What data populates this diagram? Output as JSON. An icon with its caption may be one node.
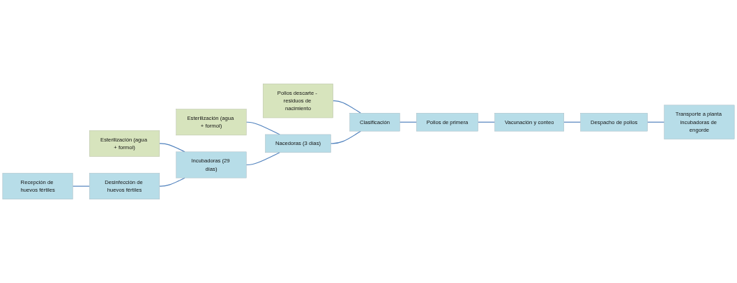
{
  "diagram": {
    "nodes": [
      {
        "text": [
          "Esterilización (agua + formol)"
        ]
      },
      {
        "text": [
          "Esterilización (agua + formol)"
        ]
      },
      {
        "text": [
          "Pollos descarte - residuos de nacimiento"
        ]
      },
      {
        "text": [
          "Recepción de huevos fértiles"
        ]
      },
      {
        "text": [
          "Desinfección de huevos fértiles"
        ]
      },
      {
        "text": [
          "Incubadoras (29 días)"
        ]
      },
      {
        "text": [
          "Nacedoras (3 días)"
        ]
      },
      {
        "text": [
          "Clasificación"
        ]
      },
      {
        "text": [
          "Pollos de primera"
        ]
      },
      {
        "text": [
          "Vacunación y conteo"
        ]
      },
      {
        "text": [
          "Despacho de pollos"
        ]
      },
      {
        "text": [
          "Transporte a planta incubadoras de engorde"
        ]
      }
    ],
    "edges": [
      {
        "from": 0,
        "to": 5,
        "arrow": "none"
      },
      {
        "from": 1,
        "to": 6,
        "arrow": "none"
      },
      {
        "from": 2,
        "to": 7,
        "arrow": "none"
      },
      {
        "from": 3,
        "to": 4,
        "arrow": "none"
      },
      {
        "from": 4,
        "to": 5,
        "arrow": "none"
      },
      {
        "from": 5,
        "to": 6,
        "arrow": "none"
      },
      {
        "from": 6,
        "to": 7,
        "arrow": "none"
      },
      {
        "from": 7,
        "to": 8,
        "arrow": "none"
      },
      {
        "from": 8,
        "to": 9,
        "arrow": "none"
      },
      {
        "from": 9,
        "to": 10,
        "arrow": "none"
      },
      {
        "from": 10,
        "to": 11,
        "arrow": "none"
      }
    ]
  }
}
